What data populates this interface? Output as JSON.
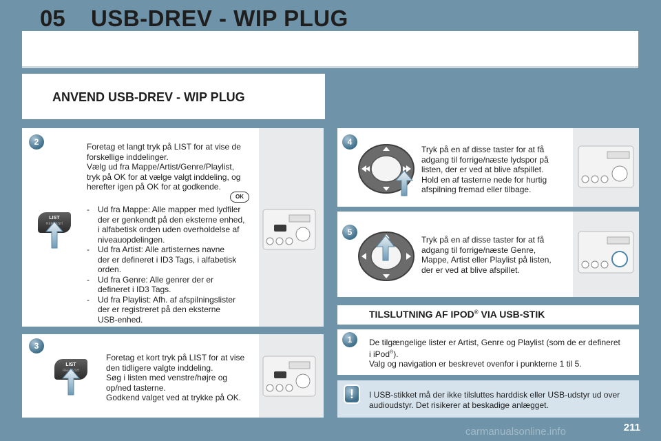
{
  "header": {
    "chapter_number": "05",
    "title": "USB-DREV - WIP PLUG"
  },
  "subheader": {
    "title": "ANVEND USB-DREV - WIP PLUG"
  },
  "step2": {
    "badge": "2",
    "intro": [
      "Foretag et langt tryk på LIST for at vise de",
      "forskellige inddelinger.",
      "Vælg ud fra Mappe/Artist/Genre/Playlist,",
      "tryk på OK for at vælge valgt inddeling, og",
      "herefter igen på OK for at godkende."
    ],
    "ok_label": "OK",
    "list_button": {
      "label": "LIST",
      "sublabel": "REFRESH"
    },
    "items": [
      {
        "dash": "-",
        "lines": [
          "Ud fra Mappe: Alle mapper med lydfiler",
          "der er genkendt på den eksterne enhed,",
          "i alfabetisk orden uden overholdelse af",
          "niveauopdelingen."
        ]
      },
      {
        "dash": "-",
        "lines": [
          "Ud fra Artist: Alle artisternes navne",
          "der er defineret i ID3 Tags, i alfabetisk",
          "orden."
        ]
      },
      {
        "dash": "-",
        "lines": [
          "Ud fra Genre: Alle genrer der er",
          "defineret i ID3 Tags."
        ]
      },
      {
        "dash": "-",
        "lines": [
          "Ud fra Playlist: Afh. af afspilningslister",
          "der er registreret på den eksterne",
          "USB-enhed."
        ]
      }
    ]
  },
  "step3": {
    "badge": "3",
    "list_button": {
      "label": "LIST",
      "sublabel": "REFRESH"
    },
    "lines": [
      "Foretag et kort tryk på LIST for at vise",
      "den tidligere valgte inddeling.",
      "Søg i listen med venstre/højre og",
      "op/ned tasterne.",
      "Godkend valget ved at trykke på OK."
    ]
  },
  "step4": {
    "badge": "4",
    "lines": [
      "Tryk på en af disse taster for at få",
      "adgang til forrige/næste lydspor på",
      "listen, der er ved at blive afspillet.",
      "Hold en af tasterne nede for hurtig",
      "afspilning fremad eller tilbage."
    ]
  },
  "step5": {
    "badge": "5",
    "lines": [
      "Tryk på en af disse taster for at få",
      "adgang til forrige/næste Genre,",
      "Mappe, Artist eller Playlist på listen,",
      "der er ved at blive afspillet."
    ]
  },
  "ipod_section": {
    "title_prefix": "TILSLUTNING AF IPOD",
    "title_sup": "®",
    "title_suffix": " VIA USB-STIK",
    "badge": "1",
    "line1": "De tilgængelige lister er Artist, Genre og Playlist (som de er defineret",
    "line2_prefix": "i iPod",
    "line2_sup": "®",
    "line2_suffix": ").",
    "line3": "Valg og navigation er beskrevet ovenfor i punkterne 1 til 5."
  },
  "warning": {
    "icon": "!",
    "lines": [
      "I USB-stikket må der ikke tilsluttes harddisk eller USB-udstyr ud over",
      "audioudstyr. Det risikerer at beskadige anlægget."
    ]
  },
  "page_number": "211",
  "watermark": "carmanualsonline.info",
  "colors": {
    "background": "#6f93a8",
    "badge": "#3f6f8a",
    "warning_panel": "#d6e3ec"
  },
  "icons": [
    "badge-circle",
    "ok-button-icon",
    "list-button-icon",
    "dpad-icon",
    "arrow-icon",
    "radio-unit-icon",
    "warning-icon"
  ]
}
